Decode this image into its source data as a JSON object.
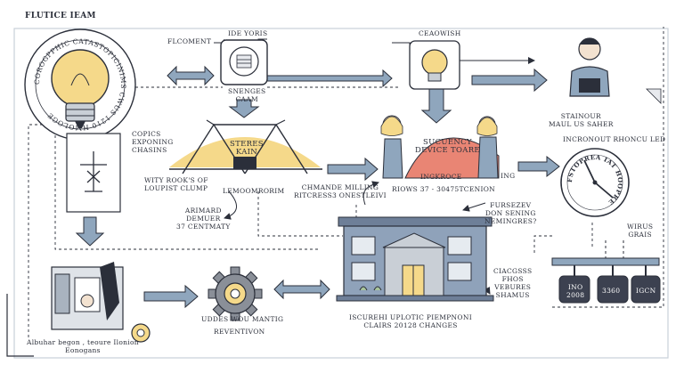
{
  "header": {
    "title": "FLUTICE IEAM"
  },
  "labels": {
    "bulb_ring": "COROGPPHIC CATASTOPICINIMS CWUS 1210 HMOLOGE",
    "flcoment": "FLCOMENT",
    "ide_yoris": "IDE YORIS",
    "emblem_caption": "SNENGES\nCAAM",
    "ceaowish": "CEAOWISH",
    "stainour": "STAINOUR\nMAUL US SAHER",
    "copics": "COPICS\nEXPONING\nCHASINS",
    "steres": "STERES\nKAIN",
    "sucuency": "SUCUENCY\nDEVICE TOARE",
    "ingkroce": "INGKROCE",
    "rows": "RIOWS 37 - 30475TCENION",
    "ing": "ING",
    "incronout": "INCRONOUT RHONCU LED",
    "gauge_ring": "FSTOPREA IAT HOOPRE",
    "wity": "WITY ROOK'S OF\nLOUPIST CLUMP",
    "lemoomrorim": "LEMOOMRORIM",
    "chimande": "CHMANDE MILLING\nRITCRESS3 ONESTLEIVI",
    "arimard": "ARIMARD\nDEMUER\n37 CENTMATY",
    "fursezev": "FURSEZEV\nDON SENING\nNEMINGRES?",
    "wirus": "WIRUS\nGRAIS",
    "chacsess": "CIACGSSS\nFHOS\nVEBURES\nSHAMUS",
    "udder": "UDDES  WOU MANTIG",
    "revention": "REVENTIVON",
    "iscurehi": "ISCUREHI UPLOTIC PIEMPNONI\nCLAIRS 20128 CHANGES",
    "albuhar": "Albuhar  begon   ,  teoure  Ilonion\nEonogans",
    "box1": "INO\n2008",
    "box2": "3360",
    "box3": "IGCN"
  },
  "colors": {
    "ink": "#2b2f3a",
    "accent_yellow": "#f5d98a",
    "accent_red": "#e98574",
    "arrow_blue": "#8fa6bd",
    "building_blue": "#8fa2ba",
    "panel_gray": "#c9cfd6"
  },
  "icons": [
    "lightbulb-icon",
    "balance-scale-icon",
    "bulb-frame-icon",
    "person-icon",
    "gear-icon",
    "clock-gauge-icon",
    "building-icon",
    "machine-icon",
    "pipeline-icon"
  ]
}
